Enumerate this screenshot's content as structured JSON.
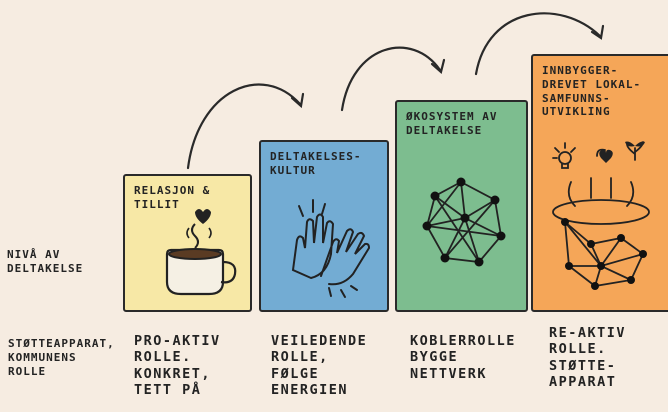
{
  "row_label": "NIVÅ AV\nDELTAKELSE",
  "support_label": "STØTTEAPPARAT,\nKOMMUNENS\nROLLE",
  "stages": [
    {
      "title": "RELASJON &\nTILLIT",
      "color": "#f7e8a6",
      "icon": "coffee-cup-heart-icon",
      "role": "PRO-AKTIV\nROLLE.\nKONKRET,\nTETT PÅ"
    },
    {
      "title": "DELTAKELSES-\nKULTUR",
      "color": "#73acd3",
      "icon": "high-five-hands-icon",
      "role": "VEILEDENDE\nROLLE,\nFØLGE\nENERGIEN"
    },
    {
      "title": "ØKOSYSTEM AV\nDELTAKELSE",
      "color": "#7dbd8f",
      "icon": "network-ecosystem-icon",
      "role": "KOBLERROLLE\nBYGGE\nNETTVERK"
    },
    {
      "title": "INNBYGGER-\nDREVET LOKAL-\nSAMFUNNS-\nUTVIKLING",
      "color": "#f5a658",
      "icon": "community-network-ideas-icon",
      "role": "RE-AKTIV\nROLLE.\nSTØTTE-\nAPPARAT"
    }
  ]
}
